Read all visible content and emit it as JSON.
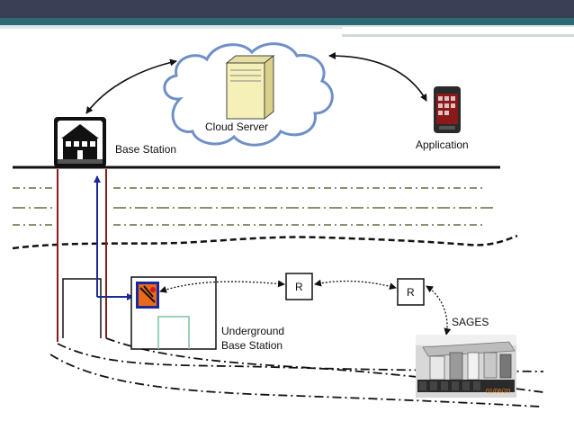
{
  "labels": {
    "cloud_server": "Cloud Server",
    "base_station": "Base Station",
    "application": "Application",
    "underground_line1": "Underground",
    "underground_line2": "Base Station",
    "sages": "SAGES",
    "phone_date": "01/06/20"
  },
  "relays": [
    "R",
    "R"
  ],
  "colors": {
    "header_dark": "#3a3f55",
    "header_teal": "#2c6b74",
    "cloud_stroke": "#6f8fc7",
    "server_fill": "#f5efb8",
    "conduit_red": "#8b1a1a",
    "signal_blue": "#1a2a9a",
    "olive_dash": "#6b6a3a",
    "green_outline": "#7bc4a0"
  }
}
